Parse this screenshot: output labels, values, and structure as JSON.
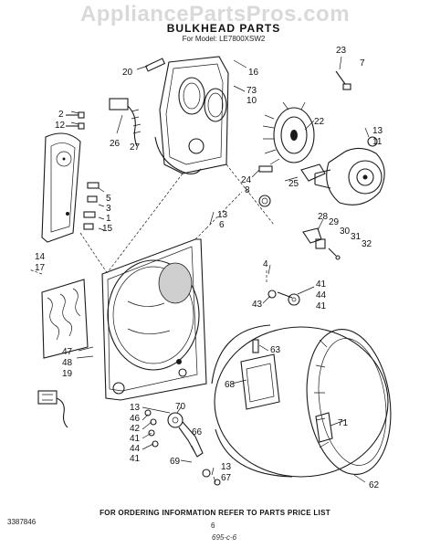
{
  "watermark": "AppliancePartsPros.com",
  "header": {
    "title": "BULKHEAD PARTS",
    "subtitle": "For Model: LE7800XSW2"
  },
  "footer": {
    "ordering_note": "FOR ORDERING INFORMATION REFER TO PARTS PRICE LIST",
    "document_number": "3387846",
    "page_number": "6",
    "handwritten_note": "695-c-6"
  },
  "callouts": {
    "c20": "20",
    "c16": "16",
    "c23": "23",
    "c7": "7",
    "c73": "73",
    "c10": "10",
    "c2": "2",
    "c12": "12",
    "c22": "22",
    "c13a": "13",
    "c11": "11",
    "c26": "26",
    "c27": "27",
    "c24": "24",
    "c8": "8",
    "c25": "25",
    "c5": "5",
    "c3": "3",
    "c1": "1",
    "c15": "15",
    "c13b": "13",
    "c6": "6",
    "c28": "28",
    "c29": "29",
    "c30": "30",
    "c31": "31",
    "c32": "32",
    "c14": "14",
    "c17": "17",
    "c4": "4",
    "c41a": "41",
    "c44a": "44",
    "c43": "43",
    "c41b": "41",
    "c47": "47",
    "c48": "48",
    "c19": "19",
    "c63": "63",
    "c68": "68",
    "c13c": "13",
    "c46": "46",
    "c70": "70",
    "c42": "42",
    "c41c": "41",
    "c44b": "44",
    "c41d": "41",
    "c66": "66",
    "c71": "71",
    "c69": "69",
    "c13d": "13",
    "c67": "67",
    "c62": "62"
  }
}
